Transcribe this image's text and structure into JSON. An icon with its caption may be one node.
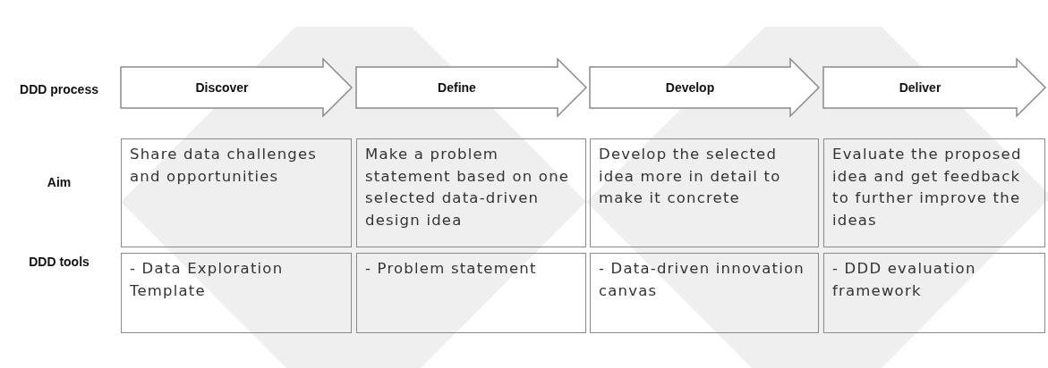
{
  "diagram": {
    "nodes": [
      {
        "text": [
          "Discover"
        ]
      },
      {
        "text": [
          "Define"
        ]
      },
      {
        "text": [
          "Develop"
        ]
      },
      {
        "text": [
          "Deliver"
        ]
      },
      {
        "text": [
          "Share data challenges and opportunities"
        ]
      },
      {
        "text": [
          "Make a problem statement based on one selected data-driven design idea"
        ]
      },
      {
        "text": [
          "Develop the selected idea more in detail to make it concrete"
        ]
      },
      {
        "text": [
          "Evaluate the proposed idea and get feedback to further improve the ideas"
        ]
      },
      {
        "text": [
          "- Data Exploration Template"
        ]
      },
      {
        "text": [
          "- Problem statement"
        ]
      },
      {
        "text": [
          "- Data-driven innovation canvas"
        ]
      },
      {
        "text": [
          "- DDD evaluation framework"
        ]
      }
    ],
    "labels": [
      "DDD process",
      "Aim",
      "DDD tools"
    ]
  }
}
